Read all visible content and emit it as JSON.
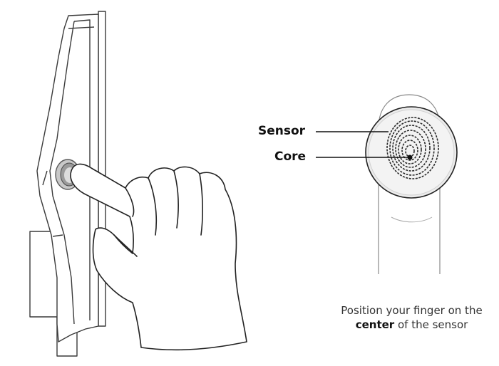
{
  "labels": {
    "sensor": "Sensor",
    "core": "Core"
  },
  "caption": {
    "line1": "Position your finger on the",
    "bold": "center",
    "line2_rest": " of the sensor"
  },
  "colors": {
    "outline": "#3a3a3a",
    "device_fill": "#ffffff",
    "sensor_ring": "#8a8a8a",
    "sensor_center": "#d8d8d8",
    "fingerprint_bg": "#e6e6e6",
    "fingerprint_ridges": "#2a2a2a"
  }
}
